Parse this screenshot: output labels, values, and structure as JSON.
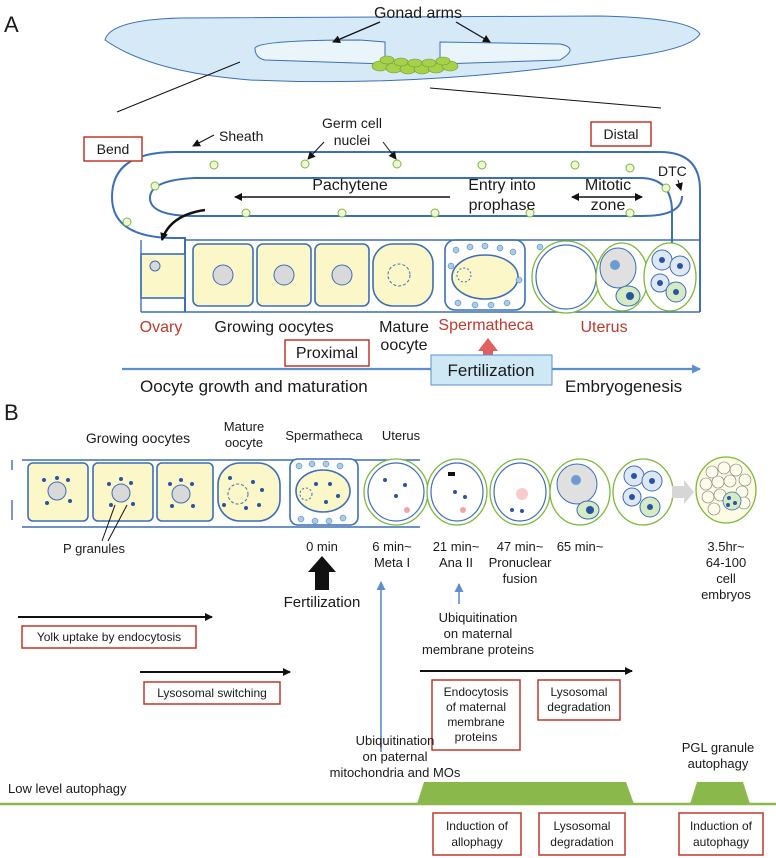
{
  "colors": {
    "gonad_blue": "#3d6fb5",
    "worm_fill": "#d6e9f7",
    "cell_fill": "#fbf7c9",
    "nucleus_fill": "#d9d9d9",
    "sperm_blue": "#a8cde6",
    "embryo_green": "#7db83a",
    "granule_blue": "#2855a3",
    "box_red": "#c0392b",
    "label_red": "#c0392b",
    "arrow_blue": "#5b8fd0",
    "fert_box": "#cfe8f6",
    "fert_arrow": "#e06060",
    "autophagy_green": "#8bb84a"
  },
  "panel_a": {
    "label": "A",
    "gonad_arms": "Gonad arms",
    "sheath": "Sheath",
    "germ_cell_nuclei_line1": "Germ cell",
    "germ_cell_nuclei_line2": "nuclei",
    "bend_box": "Bend",
    "distal_box": "Distal",
    "dtc": "DTC",
    "pachytene": "Pachytene",
    "entry_line1": "Entry into",
    "entry_line2": "prophase",
    "mitotic_line1": "Mitotic",
    "mitotic_line2": "zone",
    "ovary": "Ovary",
    "growing_oocytes": "Growing oocytes",
    "mature_line1": "Mature",
    "mature_line2": "oocyte",
    "spermatheca": "Spermatheca",
    "uterus": "Uterus",
    "proximal_box": "Proximal",
    "fertilization": "Fertilization",
    "growth_maturation": "Oocyte growth and maturation",
    "embryogenesis": "Embryogenesis"
  },
  "panel_b": {
    "label": "B",
    "growing_oocytes": "Growing oocytes",
    "mature_line1": "Mature",
    "mature_line2": "oocyte",
    "spermatheca": "Spermatheca",
    "uterus": "Uterus",
    "p_granules": "P granules",
    "t0": "0 min",
    "t6_line1": "6 min~",
    "t6_line2": "Meta I",
    "t21_line1": "21 min~",
    "t21_line2": "Ana II",
    "t47_line1": "47 min~",
    "t47_line2": "Pronuclear",
    "t47_line3": "fusion",
    "t65": "65 min~",
    "t35_line1": "3.5hr~",
    "t35_line2": "64-100",
    "t35_line3": "cell",
    "t35_line4": "embryos",
    "fertilization": "Fertilization",
    "ubiq_maternal_line1": "Ubiquitination",
    "ubiq_maternal_line2": "on maternal",
    "ubiq_maternal_line3": "membrane proteins",
    "yolk_box": "Yolk uptake by endocytosis",
    "lyso_switch_box": "Lysosomal switching",
    "endo_box_line1": "Endocytosis",
    "endo_box_line2": "of maternal",
    "endo_box_line3": "membrane",
    "endo_box_line4": "proteins",
    "lyso_deg_box_line1": "Lysosomal",
    "lyso_deg_box_line2": "degradation",
    "ubiq_paternal_line1": "Ubiquitination",
    "ubiq_paternal_line2": "on paternal",
    "ubiq_paternal_line3": "mitochondria and MOs",
    "pgl_line1": "PGL granule",
    "pgl_line2": "autophagy",
    "low_autophagy": "Low level autophagy",
    "allophagy_box_line1": "Induction of",
    "allophagy_box_line2": "allophagy",
    "lyso_deg2_line1": "Lysosomal",
    "lyso_deg2_line2": "degradation",
    "autophagy_box_line1": "Induction of",
    "autophagy_box_line2": "autophagy"
  }
}
